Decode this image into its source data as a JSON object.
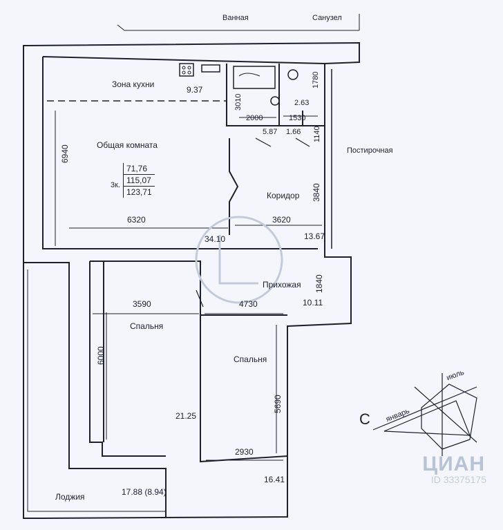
{
  "rooms": {
    "bathroom": "Ванная",
    "toilet": "Санузел",
    "kitchen_zone": "Зона кухни",
    "common_room": "Общая комната",
    "corridor": "Коридор",
    "laundry": "Постирочная",
    "hall": "Прихожая",
    "bedroom1": "Спальня",
    "bedroom2": "Спальня",
    "loggia": "Лоджия"
  },
  "areas": {
    "kitchen": "9.37",
    "bathroom": "2.63",
    "bath_sub": "5.87",
    "laundry_sub": "1.66",
    "common": "34.10",
    "corridor": "13.67",
    "hall": "10.11",
    "bedroom1": "21.25",
    "bedroom2": "16.41",
    "loggia": "17.88 (8.94)"
  },
  "dimensions": {
    "d3010": "3010",
    "d1780": "1780",
    "d2000": "2000",
    "d1530": "1530",
    "d1140": "1140",
    "d6940": "6940",
    "d6320": "6320",
    "d3620": "3620",
    "d3840": "3840",
    "d1840": "1840",
    "d3590": "3590",
    "d4730": "4730",
    "d6000": "6000",
    "d5690": "5690",
    "d2930": "2930"
  },
  "apartment": {
    "prefix": "3к.",
    "living": "71,76",
    "total": "115,07",
    "total_with_loggia": "123,71"
  },
  "compass": {
    "north": "С",
    "january": "январь",
    "july": "июль"
  },
  "watermark": {
    "brand": "ЦИАН",
    "id": "ID 33375175"
  },
  "colors": {
    "wall": "#1c1f2e",
    "paper": "#f4f6fb"
  }
}
